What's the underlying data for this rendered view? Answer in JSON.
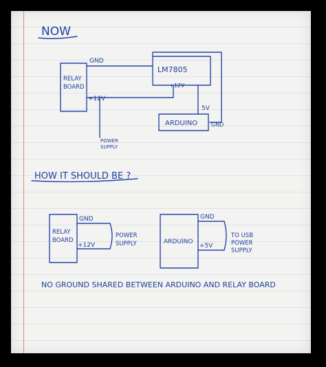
{
  "colors": {
    "ink": "#2746a8",
    "paper": "#f3f3f1",
    "margin": "#e0736b",
    "frame": "#000000"
  },
  "now_section": {
    "title": "NOW",
    "relay_board": "RELAY BOARD",
    "lm7805": "LM7805",
    "arduino": "ARDUINO",
    "gnd_top": "GND",
    "plus12v_left": "+12V",
    "plus12v_reg": "+12V",
    "five_v": "5V",
    "gnd_arduino": "GND",
    "power_supply": "POWER SUPPLY"
  },
  "should_section": {
    "title": "HOW IT SHOULD BE ?",
    "relay_board": "RELAY BOARD",
    "gnd_relay": "GND",
    "plus12v_relay": "+12V",
    "power_supply": "POWER SUPPLY",
    "arduino": "ARDUINO",
    "gnd_arduino": "GND",
    "plus5v_arduino": "+5V",
    "usb_supply": "TO USB POWER SUPPLY"
  },
  "note": "NO GROUND SHARED BETWEEN ARDUINO AND RELAY BOARD"
}
